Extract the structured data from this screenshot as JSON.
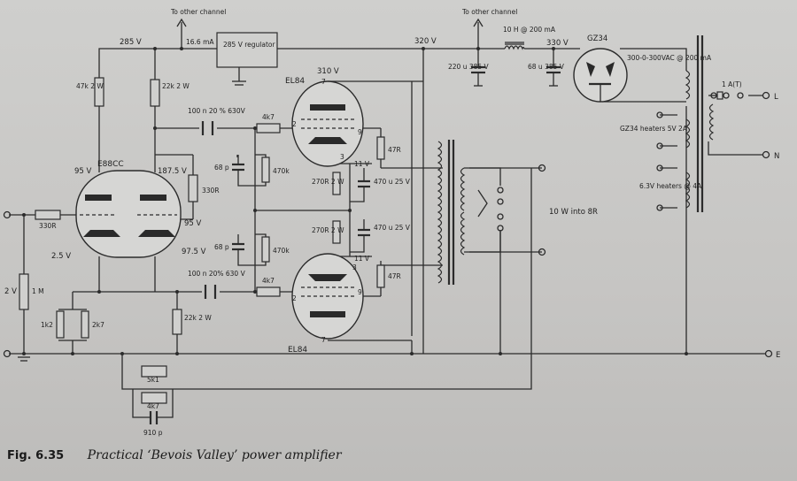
{
  "figure": {
    "number": "Fig. 6.35",
    "title": "Practical ‘Bevois Valley’ power amplifier"
  },
  "labels": {
    "to_other_channel_left": "To other channel",
    "to_other_channel_right": "To other channel",
    "current_16_6ma": "16.6 mA",
    "v285_left": "285 V",
    "regulator": "285 V regulator",
    "v320": "320 V",
    "v330": "330 V",
    "choke": "10 H @ 200 mA",
    "cap_220u": "220 u 385 V",
    "cap_68u": "68 u 385 V",
    "rect_tube": "GZ34",
    "tx_secondary": "300-0-300VAC @ 200 mA",
    "fuse": "1 A(T)",
    "gz34_heaters": "GZ34 heaters 5V 2A",
    "heaters_63": "6.3V heaters @ 4A",
    "term_L": "L",
    "term_N": "N",
    "term_E": "E",
    "r47k": "47k 2 W",
    "r22k_top": "22k 2 W",
    "cap_top": "100 n 20 % 630V",
    "cap_bot": "100 n 20% 630 V",
    "r4k7_top": "4k7",
    "r4k7_bot": "4k7",
    "el84_top": "EL84",
    "el84_bot": "EL84",
    "v310": "310 V",
    "pin7_top": "7",
    "pin2_top": "2",
    "pin9_top": "9",
    "pin3_top": "3",
    "pin3_bot": "3",
    "pin2_bot": "2",
    "pin9_bot": "9",
    "pin7_bot": "7",
    "r47r_top": "47R",
    "r47r_bot": "47R",
    "v11_top": "11 V",
    "v11_bot": "11 V",
    "r270_top": "270R 2 W",
    "r270_bot": "270R 2 W",
    "c470_top": "470 u 25 V",
    "c470_bot": "470 u 25 V",
    "c68p_top": "68 p",
    "c68p_bot": "68 p",
    "r470k_top": "470k",
    "r470k_bot": "470k",
    "e88cc": "E88CC",
    "v95_left": "95 V",
    "v187": "187.5 V",
    "r330r_right": "330R",
    "v95_right": "95 V",
    "v975": "97.5 V",
    "r330r_in": "330R",
    "v25": "2.5 V",
    "v2": "2 V",
    "r1m": "1 M",
    "r1k2": "1k2",
    "r2k7": "2k7",
    "r22k_bot": "22k 2 W",
    "r5k1": "5k1",
    "r4k7_fb": "4k7",
    "c910p": "910 p",
    "output": "10 W into 8R"
  }
}
